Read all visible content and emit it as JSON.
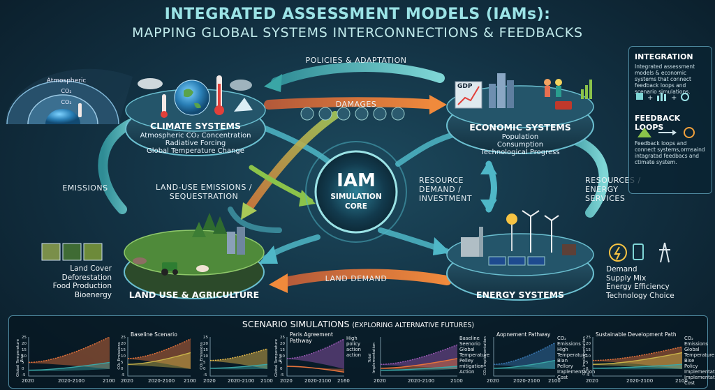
{
  "title": {
    "line1": "INTEGRATED ASSESSMENT MODELS (IAMs):",
    "line2": "MAPPING GLOBAL SYSTEMS INTERCONNECTIONS & FEEDBACKS"
  },
  "nodes": {
    "climate": {
      "title": "CLIMATE SYSTEMS",
      "lines": [
        "Atmospheric CO₂ Concentration",
        "Radiative Forcing",
        "Global Temperature Change"
      ]
    },
    "economic": {
      "title": "ECONOMIC SYSTEMS",
      "lines": [
        "Population",
        "Consumption",
        "Technological Progress"
      ],
      "gdp": "GDP"
    },
    "land": {
      "title": "LAND USE & AGRICULTURE",
      "lines": [
        "Land Cover",
        "Deforestation",
        "Food Production",
        "Bioenergy"
      ]
    },
    "energy": {
      "title": "ENERGY SYSTEMS",
      "lines": [
        "Demand",
        "Supply Mix",
        "Energy Efficiency",
        "Technology Choice"
      ]
    },
    "core": {
      "title": "IAM",
      "sub1": "SIMULATION",
      "sub2": "CORE"
    }
  },
  "atmos": {
    "label": "Atmospheric",
    "co2a": "CO₂",
    "co2b": "CO₂"
  },
  "flows": {
    "policies": "POLICIES & ADAPTATION",
    "damages": "DAMAGES",
    "emissions": "EMISSIONS",
    "landuse_emissions": "LAND-USE EMISSIONS / SEQUESTRATION",
    "resource_demand": "RESOURCE DEMAND / INVESTMENT",
    "resources_energy": "RESOURCES / ENERGY SERVICES",
    "land_demand": "LAND DEMAND"
  },
  "panel": {
    "integration_title": "INTEGRATION",
    "integration_text": "Integrated assessment models & economic systems that connect feedback loops and scenario simulations.",
    "feedback_title": "FEEDBACK LOOPS",
    "feedback_text": "Feedback loops and connect systems,ormsaind intagratad feedbacs and ctimate system."
  },
  "scenarios": {
    "title": "SCENARIO SIMULATIONS",
    "subtitle": "(EXPLORING ALTERNATIVE FUTURES)",
    "charts": [
      {
        "title": "",
        "ylabel": "Global Temperature Rise",
        "x": [
          "2020",
          "2020-2100",
          "2100"
        ],
        "yticks": [
          "25",
          "20",
          "15",
          "10",
          "5",
          "0",
          "-5"
        ],
        "legend": []
      },
      {
        "title": "Baseline Scenario",
        "ylabel": "CO₂ Emissions",
        "x": [
          "2020",
          "2020-2100",
          "2100"
        ],
        "yticks": [
          "25",
          "20",
          "15",
          "10",
          "5",
          "0",
          "-5"
        ],
        "legend": []
      },
      {
        "title": "",
        "ylabel": "CO₂ Emissions",
        "x": [
          "2020",
          "2020-2100",
          "2100"
        ],
        "yticks": [
          "25",
          "20",
          "15",
          "10",
          "5",
          "0",
          "-5"
        ],
        "legend": []
      },
      {
        "title": "Paris Agreement Pathway",
        "ylabel": "Global Temperature Rise",
        "x": [
          "2020",
          "2020-2100",
          "2160"
        ],
        "yticks": [
          "25",
          "20",
          "15",
          "10",
          "5",
          "0",
          "-5"
        ],
        "legend": [
          "High",
          "policy",
          "action",
          "action"
        ]
      },
      {
        "title": "",
        "ylabel": "Total Implementation",
        "x": [
          "2020",
          "2020-2100",
          "2100"
        ],
        "yticks": [],
        "legend": [
          "Baseline Seenorio",
          "Global Temperature",
          "Pelley mitigation Action"
        ]
      },
      {
        "title": "Aopnement Pathway",
        "ylabel": "CO₂ Implementation",
        "x": [
          "2020",
          "2020-2100",
          "2100"
        ],
        "yticks": [],
        "legend": [
          "CO₂ Emissions",
          "High Temperature Blan",
          "Pellory Iraplementation Cost"
        ]
      },
      {
        "title": "Sustainable Development Path",
        "ylabel": "CO₂ Implementation",
        "x": [
          "2020",
          "2020-2100",
          "2100"
        ],
        "yticks": [
          "25",
          "20",
          "15",
          "10",
          "5",
          "0",
          "-5"
        ],
        "legend": [
          "CO₂ Emissions",
          "Global Temperature Bise",
          "Policy Implementation",
          "Implementation Cost"
        ]
      }
    ]
  },
  "colors": {
    "accent": "#9be3e6",
    "policies": "#3aa6a6",
    "damages": "#e8743b",
    "emissions": "#5bc5c8",
    "landuse": "#8bc34a"
  }
}
